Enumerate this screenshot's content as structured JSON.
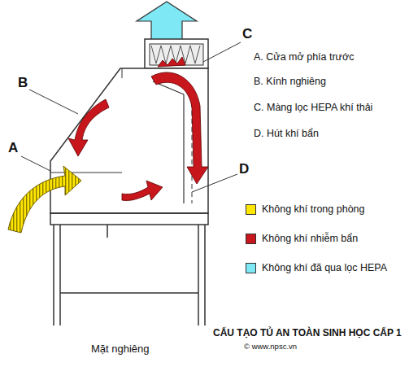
{
  "diagram": {
    "caption": "CẤU TẠO TỦ AN TOÀN SINH HỌC CẤP 1",
    "labels": [
      "A",
      "B",
      "C",
      "D",
      "A. Cửa mở phía trước",
      "B. Kính nghiêng",
      "C. Màng lọc HEPA khí thải",
      "D. Hút khí bẩn",
      "Mặt nghiêng",
      "© www.npsc.vn"
    ],
    "legend": [
      {
        "text": "Không khí trong phòng",
        "color": "#ffe600"
      },
      {
        "text": "Không khí nhiễm bẩn",
        "color": "#c8161d"
      },
      {
        "text": "Không khí đã qua lọc HEPA",
        "color": "#7fe8f5"
      }
    ]
  }
}
